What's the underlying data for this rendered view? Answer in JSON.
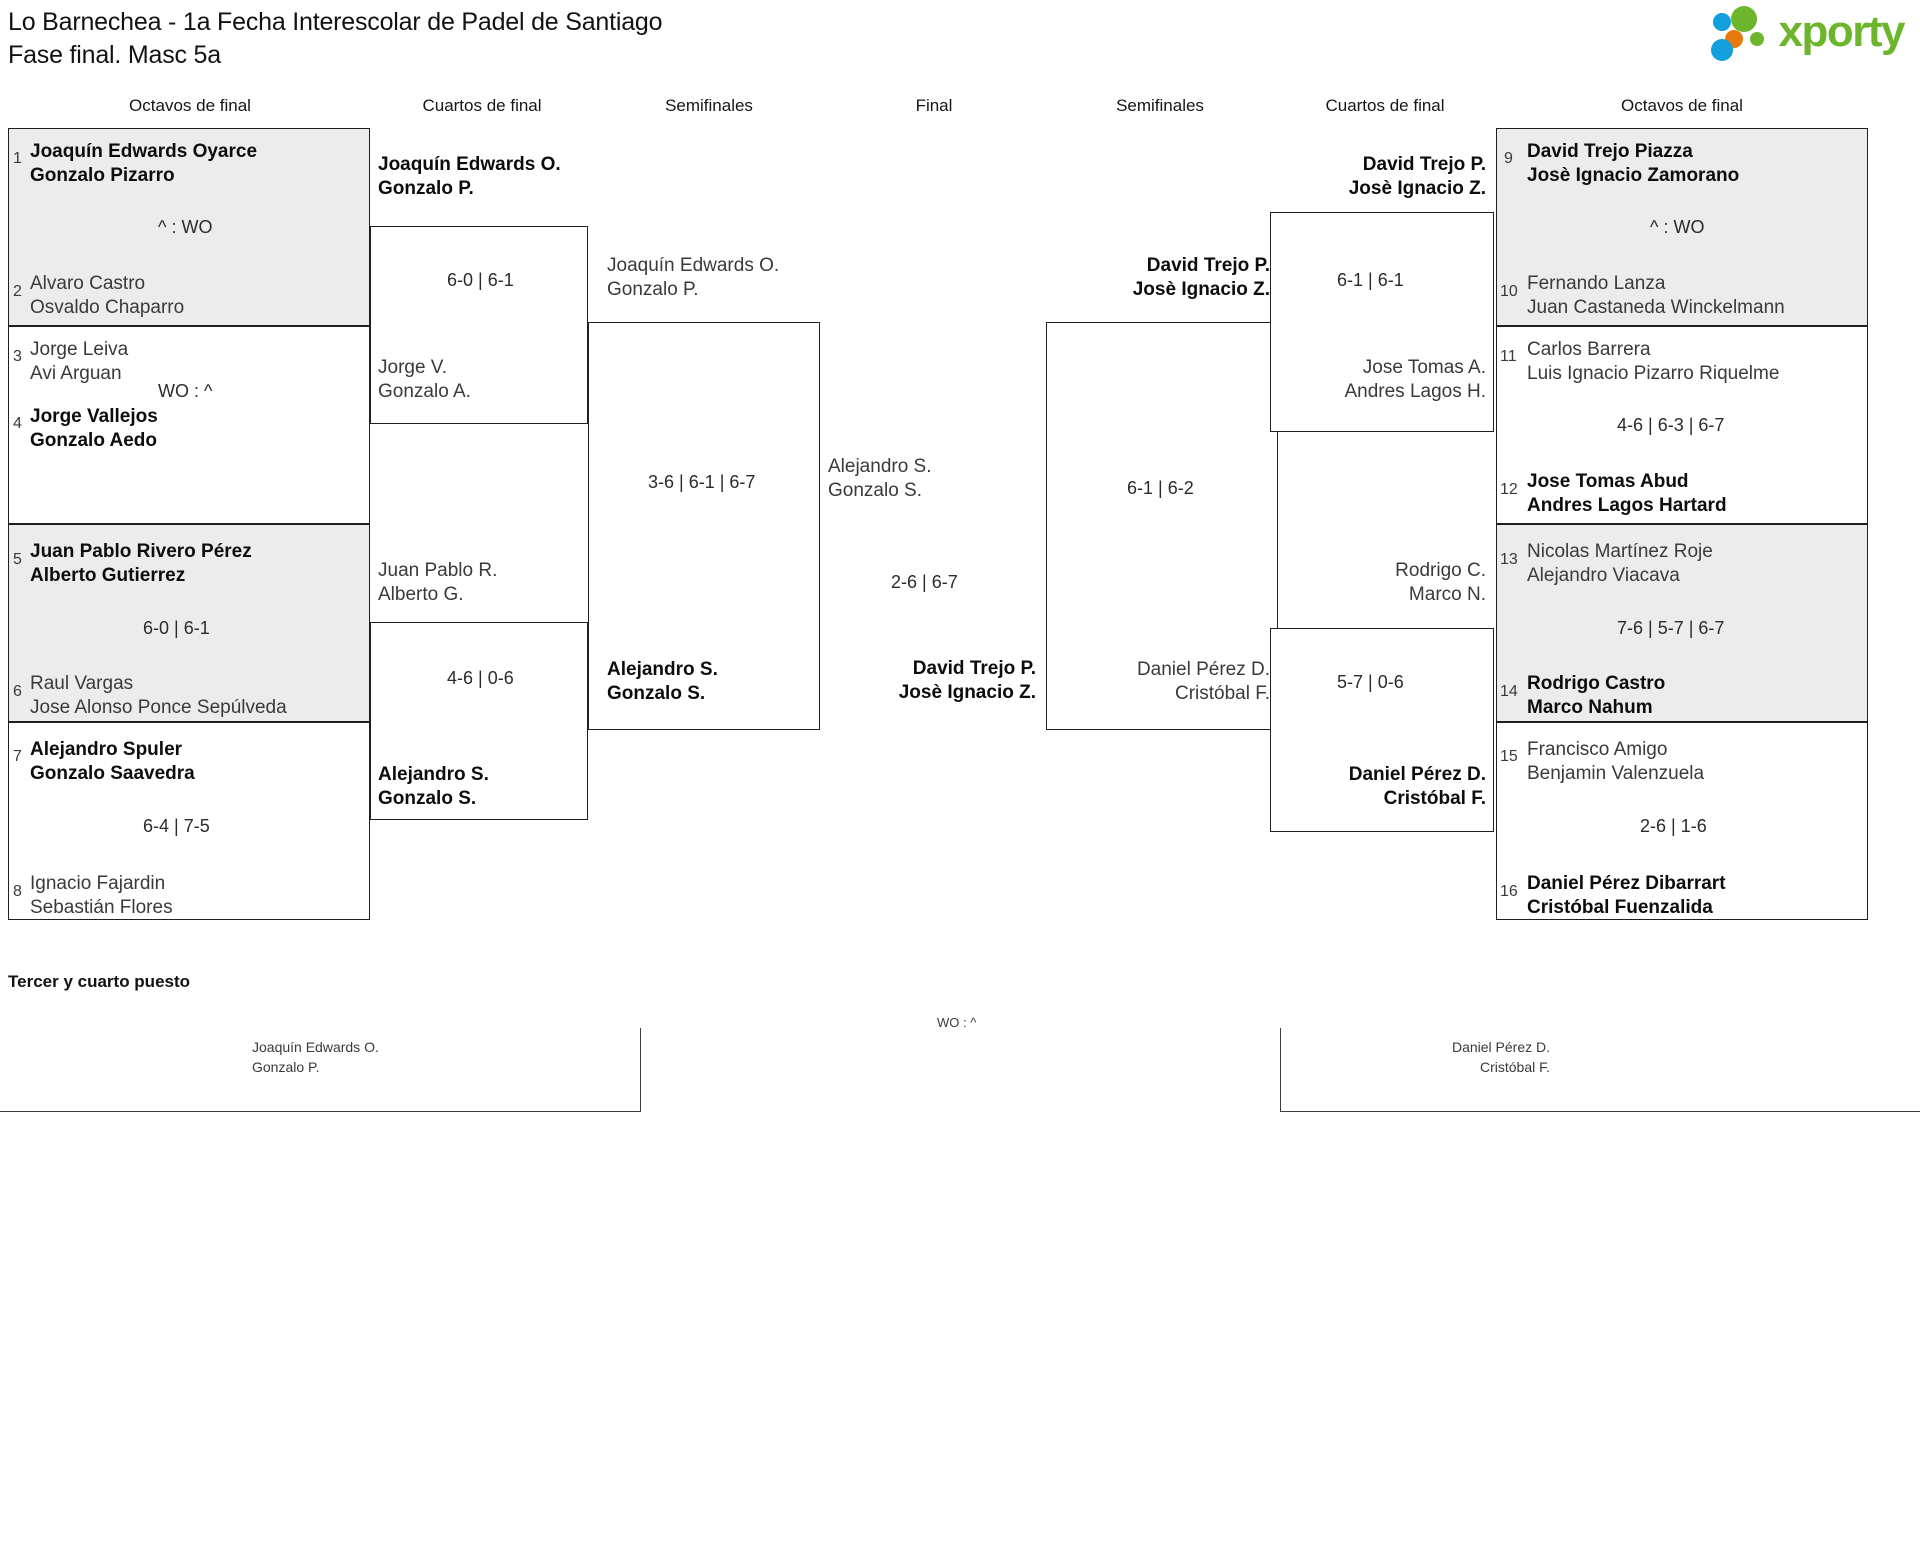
{
  "header": {
    "title_line1": "Lo Barnechea - 1a Fecha Interescolar de Padel de Santiago",
    "title_line2": "Fase final. Masc 5a",
    "logo_text": "xporty",
    "logo_colors": {
      "green": "#6cb52d",
      "blue": "#12a0dc",
      "orange": "#e8790c"
    }
  },
  "round_headers": {
    "left_r16": "Octavos de final",
    "left_qf": "Cuartos de final",
    "left_sf": "Semifinales",
    "final": "Final",
    "right_sf": "Semifinales",
    "right_qf": "Cuartos de final",
    "right_r16": "Octavos de final"
  },
  "left": {
    "r16": [
      {
        "score": "^ : WO",
        "top": {
          "seed": "1",
          "p1": "Joaquín Edwards Oyarce",
          "p2": "Gonzalo Pizarro",
          "winner": true
        },
        "bottom": {
          "seed": "2",
          "p1": "Alvaro Castro",
          "p2": "Osvaldo Chaparro",
          "winner": false
        }
      },
      {
        "score": "WO : ^",
        "top": {
          "seed": "3",
          "p1": "Jorge Leiva",
          "p2": "Avi Arguan",
          "winner": false
        },
        "bottom": {
          "seed": "4",
          "p1": "Jorge Vallejos",
          "p2": "Gonzalo Aedo",
          "winner": true
        }
      },
      {
        "score": "6-0 | 6-1",
        "top": {
          "seed": "5",
          "p1": "Juan Pablo Rivero Pérez",
          "p2": "Alberto Gutierrez",
          "winner": true
        },
        "bottom": {
          "seed": "6",
          "p1": "Raul Vargas",
          "p2": "Jose Alonso Ponce Sepúlveda",
          "winner": false
        }
      },
      {
        "score": "6-4 | 7-5",
        "top": {
          "seed": "7",
          "p1": "Alejandro Spuler",
          "p2": "Gonzalo Saavedra",
          "winner": true
        },
        "bottom": {
          "seed": "8",
          "p1": "Ignacio Fajardin",
          "p2": "Sebastián Flores",
          "winner": false
        }
      }
    ],
    "qf": [
      {
        "score": "6-0 | 6-1",
        "top": {
          "p1": "Joaquín Edwards O.",
          "p2": "Gonzalo P.",
          "winner": true
        },
        "bottom": {
          "p1": "Jorge V.",
          "p2": "Gonzalo A.",
          "winner": false
        }
      },
      {
        "score": "4-6 | 0-6",
        "top": {
          "p1": "Juan Pablo R.",
          "p2": "Alberto G.",
          "winner": false
        },
        "bottom": {
          "p1": "Alejandro S.",
          "p2": "Gonzalo S.",
          "winner": true
        }
      }
    ],
    "sf": [
      {
        "score": "3-6 | 6-1 | 6-7",
        "top": {
          "p1": "Joaquín Edwards O.",
          "p2": "Gonzalo P.",
          "winner": false
        },
        "bottom": {
          "p1": "Alejandro S.",
          "p2": "Gonzalo S.",
          "winner": true
        }
      }
    ]
  },
  "final": {
    "score": "2-6 | 6-7",
    "top": {
      "p1": "Alejandro S.",
      "p2": "Gonzalo S.",
      "winner": false
    },
    "bottom": {
      "p1": "David Trejo P.",
      "p2": "Josè Ignacio Z.",
      "winner": true
    }
  },
  "right": {
    "sf": [
      {
        "score": "6-1 | 6-2",
        "top": {
          "p1": "David Trejo P.",
          "p2": "Josè Ignacio Z.",
          "winner": true
        },
        "bottom": {
          "p1": "Daniel Pérez D.",
          "p2": "Cristóbal F.",
          "winner": false
        }
      }
    ],
    "qf": [
      {
        "score": "6-1 | 6-1",
        "top": {
          "p1": "David Trejo P.",
          "p2": "Josè Ignacio Z.",
          "winner": true
        },
        "bottom": {
          "p1": "Jose Tomas A.",
          "p2": "Andres Lagos H.",
          "winner": false
        }
      },
      {
        "score": "5-7 | 0-6",
        "top": {
          "p1": "Rodrigo C.",
          "p2": "Marco N.",
          "winner": false
        },
        "bottom": {
          "p1": "Daniel Pérez D.",
          "p2": "Cristóbal F.",
          "winner": true
        }
      }
    ],
    "r16": [
      {
        "score": "^ : WO",
        "top": {
          "seed": "9",
          "p1": "David Trejo Piazza",
          "p2": "Josè Ignacio Zamorano",
          "winner": true
        },
        "bottom": {
          "seed": "10",
          "p1": "Fernando Lanza",
          "p2": "Juan Castaneda Winckelmann",
          "winner": false
        }
      },
      {
        "score": "4-6 | 6-3 | 6-7",
        "top": {
          "seed": "11",
          "p1": "Carlos Barrera",
          "p2": "Luis Ignacio Pizarro Riquelme",
          "winner": false
        },
        "bottom": {
          "seed": "12",
          "p1": "Jose Tomas Abud",
          "p2": "Andres Lagos Hartard",
          "winner": true
        }
      },
      {
        "score": "7-6 | 5-7 | 6-7",
        "top": {
          "seed": "13",
          "p1": "Nicolas Martínez Roje",
          "p2": "Alejandro Viacava",
          "winner": false
        },
        "bottom": {
          "seed": "14",
          "p1": "Rodrigo Castro",
          "p2": "Marco Nahum",
          "winner": true
        }
      },
      {
        "score": "2-6 | 1-6",
        "top": {
          "seed": "15",
          "p1": "Francisco Amigo",
          "p2": "Benjamin Valenzuela",
          "winner": false
        },
        "bottom": {
          "seed": "16",
          "p1": "Daniel Pérez Dibarrart",
          "p2": "Cristóbal Fuenzalida",
          "winner": true
        }
      }
    ]
  },
  "third_place": {
    "title": "Tercer y cuarto puesto",
    "score": "WO : ^",
    "left_team": {
      "p1": "Joaquín Edwards O.",
      "p2": "Gonzalo P."
    },
    "right_team": {
      "p1": "Daniel Pérez D.",
      "p2": "Cristóbal F."
    }
  }
}
